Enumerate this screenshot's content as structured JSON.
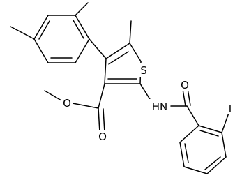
{
  "diagram": {
    "type": "chemical-structure",
    "labels": {
      "sulfur": "S",
      "amide_nitrogen": "HN",
      "amide_oxygen": "O",
      "ester_carbonyl_oxygen": "O",
      "ester_ether_oxygen": "O",
      "iodine": "I"
    }
  }
}
